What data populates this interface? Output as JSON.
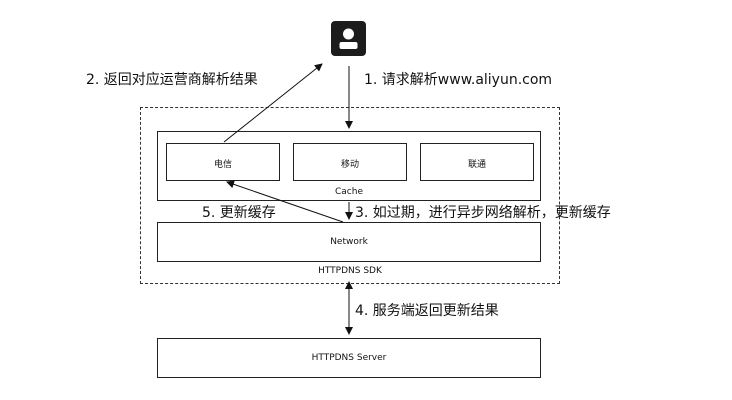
{
  "diagram": {
    "user_icon": "user-icon",
    "labels": {
      "step1": "1. 请求解析www.aliyun.com",
      "step2": "2. 返回对应运营商解析结果",
      "step3": "3. 如过期，进行异步网络解析，更新缓存",
      "step4": "4. 服务端返回更新结果",
      "step5": "5. 更新缓存"
    },
    "cache": {
      "label": "Cache",
      "carriers": [
        "电信",
        "移动",
        "联通"
      ]
    },
    "network_label": "Network",
    "sdk_label": "HTTPDNS SDK",
    "server_label": "HTTPDNS Server"
  }
}
